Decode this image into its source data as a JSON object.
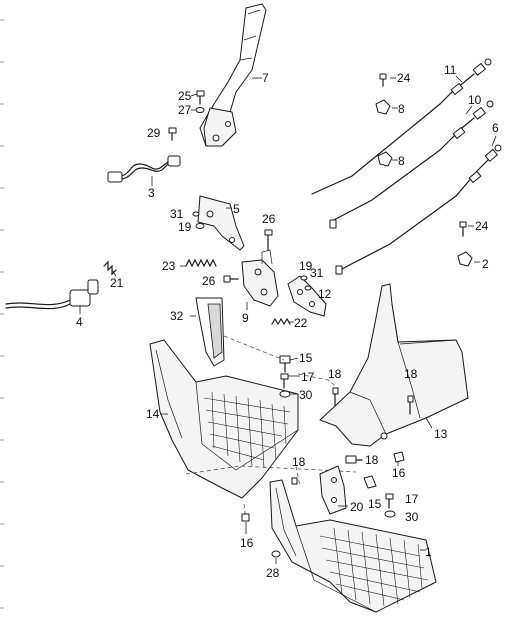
{
  "diagram": {
    "callouts": [
      {
        "key": "n7",
        "text": "7"
      },
      {
        "key": "n11",
        "text": "11"
      },
      {
        "key": "n24a",
        "text": "24"
      },
      {
        "key": "n25",
        "text": "25"
      },
      {
        "key": "n27",
        "text": "27"
      },
      {
        "key": "n8a",
        "text": "8"
      },
      {
        "key": "n10",
        "text": "10"
      },
      {
        "key": "n29",
        "text": "29"
      },
      {
        "key": "n6",
        "text": "6"
      },
      {
        "key": "n8b",
        "text": "8"
      },
      {
        "key": "n3",
        "text": "3"
      },
      {
        "key": "n5",
        "text": "5"
      },
      {
        "key": "n31a",
        "text": "31"
      },
      {
        "key": "n19a",
        "text": "19"
      },
      {
        "key": "n26a",
        "text": "26"
      },
      {
        "key": "n24b",
        "text": "24"
      },
      {
        "key": "n23",
        "text": "23"
      },
      {
        "key": "n26b",
        "text": "26"
      },
      {
        "key": "n19b",
        "text": "19"
      },
      {
        "key": "n31b",
        "text": "31"
      },
      {
        "key": "n2",
        "text": "2"
      },
      {
        "key": "n21",
        "text": "21"
      },
      {
        "key": "n12",
        "text": "12"
      },
      {
        "key": "n4",
        "text": "4"
      },
      {
        "key": "n32",
        "text": "32"
      },
      {
        "key": "n9",
        "text": "9"
      },
      {
        "key": "n22",
        "text": "22"
      },
      {
        "key": "n15a",
        "text": "15"
      },
      {
        "key": "n17a",
        "text": "17"
      },
      {
        "key": "n18a",
        "text": "18"
      },
      {
        "key": "n18b",
        "text": "18"
      },
      {
        "key": "n30a",
        "text": "30"
      },
      {
        "key": "n14",
        "text": "14"
      },
      {
        "key": "n13",
        "text": "13"
      },
      {
        "key": "n18c",
        "text": "18"
      },
      {
        "key": "n18d",
        "text": "18"
      },
      {
        "key": "n16a",
        "text": "16"
      },
      {
        "key": "n20",
        "text": "20"
      },
      {
        "key": "n15b",
        "text": "15"
      },
      {
        "key": "n17b",
        "text": "17"
      },
      {
        "key": "n30b",
        "text": "30"
      },
      {
        "key": "n16b",
        "text": "16"
      },
      {
        "key": "n1",
        "text": "1"
      },
      {
        "key": "n28",
        "text": "28"
      }
    ]
  }
}
